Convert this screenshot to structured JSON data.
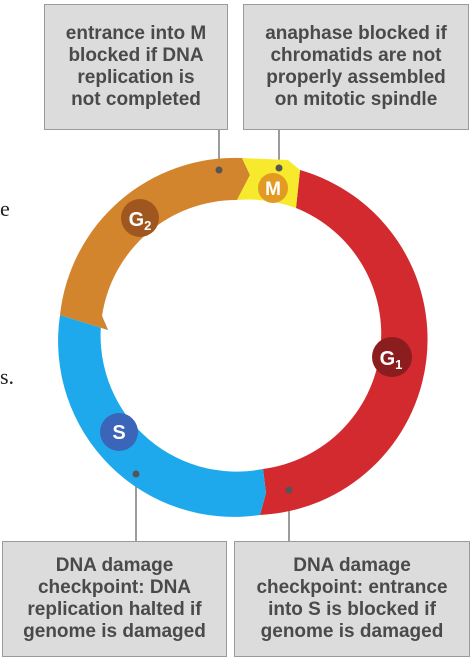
{
  "callouts": {
    "top_left": "entrance into M\nblocked if DNA\nreplication is\nnot completed",
    "top_right": "anaphase blocked if\nchromatids are not\nproperly assembled\non mitotic spindle",
    "bottom_left": "DNA damage\ncheckpoint: DNA\nreplication halted if\ngenome is damaged",
    "bottom_right": "DNA damage\ncheckpoint: entrance\ninto S is blocked if\ngenome is damaged"
  },
  "phases": {
    "m": "M",
    "g2_base": "G",
    "g2_sub": "2",
    "g1_base": "G",
    "g1_sub": "1",
    "s": "S"
  },
  "margin_text": {
    "upper": "e",
    "lower": "s."
  },
  "colors": {
    "g1": "#d22a2e",
    "m": "#f7ea2c",
    "g2": "#d3852e",
    "s": "#1ea9ec",
    "circle_g1": "#8b1d1f",
    "circle_m": "#e39a23",
    "circle_g2": "#a0561f",
    "circle_s": "#3b65b8",
    "callout_bg": "#dcdcdc"
  }
}
